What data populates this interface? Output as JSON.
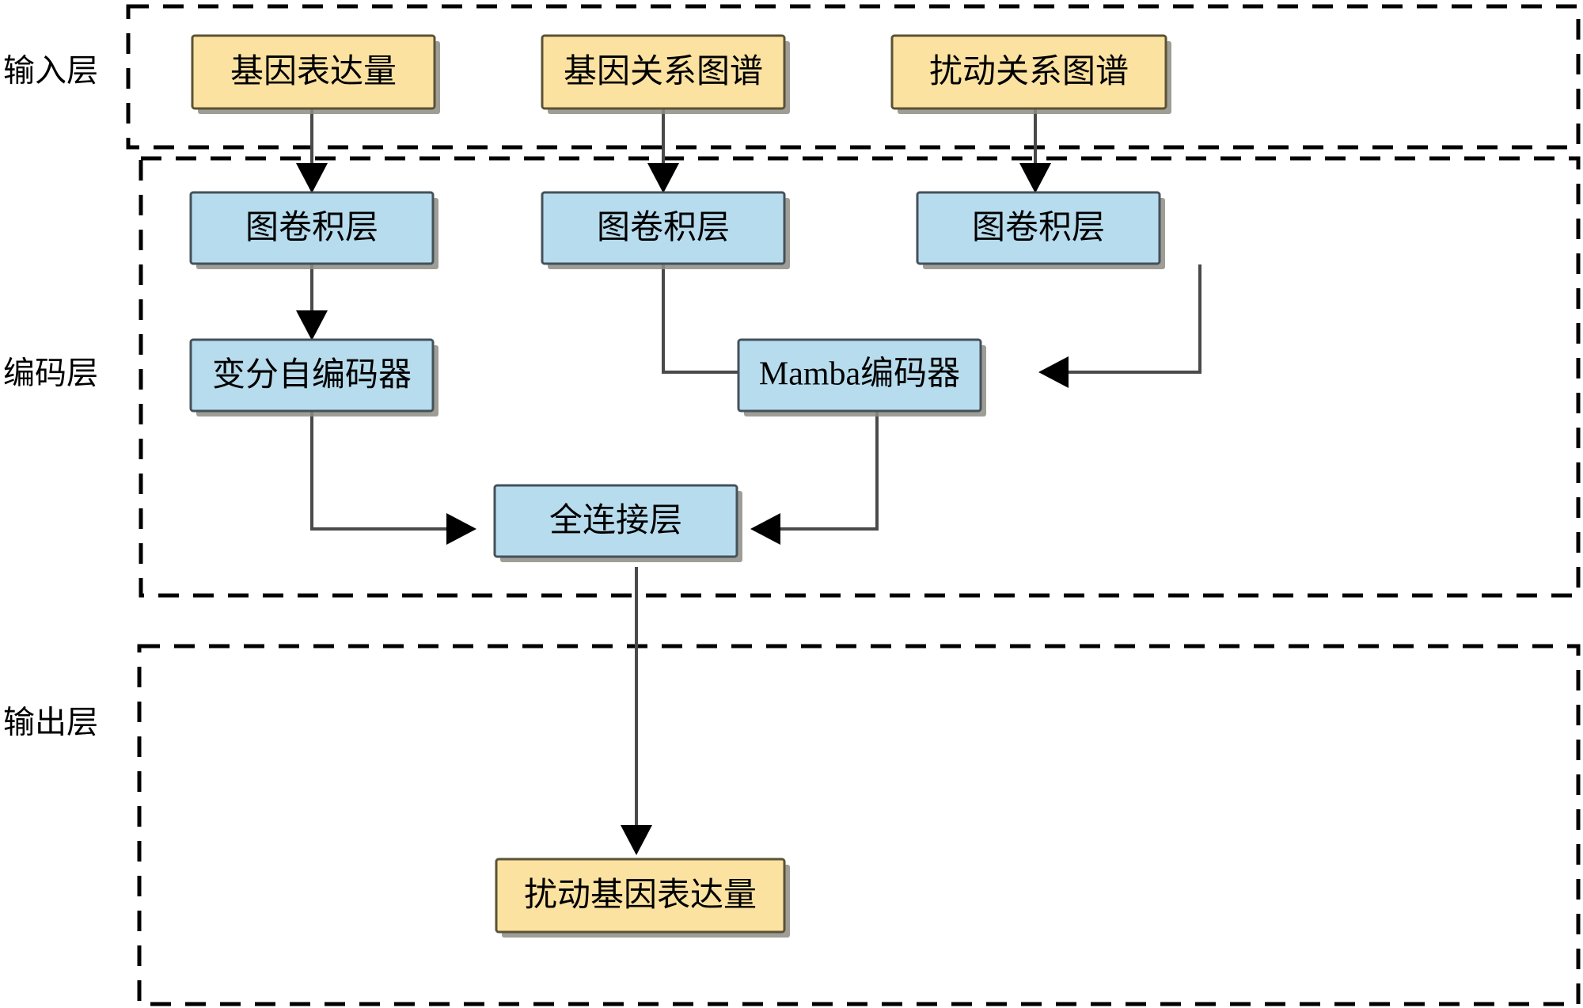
{
  "figure": {
    "type": "flow-diagram",
    "background": "#ffffff",
    "palette": {
      "input_fill": "#fbe2a0",
      "input_stroke": "#5b5236",
      "encoder_fill": "#b7dced",
      "encoder_stroke": "#44515a",
      "output_fill": "#fbe2a0",
      "output_stroke": "#5b5236",
      "frame_stroke": "#000000",
      "edge_stroke": "#4a4a4a",
      "arrow_fill": "#000000",
      "text": "#000000"
    }
  },
  "layers": [
    {
      "id": "input",
      "label": "输入层"
    },
    {
      "id": "encoder",
      "label": "编码层"
    },
    {
      "id": "output",
      "label": "输出层"
    }
  ],
  "nodes": {
    "input": [
      {
        "id": "gene-expression",
        "label": "基因表达量"
      },
      {
        "id": "gene-graph",
        "label": "基因关系图谱"
      },
      {
        "id": "perturbation-graph",
        "label": "扰动关系图谱"
      }
    ],
    "encoder": [
      {
        "id": "gcn-1",
        "label": "图卷积层"
      },
      {
        "id": "gcn-2",
        "label": "图卷积层"
      },
      {
        "id": "gcn-3",
        "label": "图卷积层"
      },
      {
        "id": "vae",
        "label": "变分自编码器"
      },
      {
        "id": "mamba",
        "label": "Mamba编码器"
      },
      {
        "id": "fc",
        "label": "全连接层"
      }
    ],
    "output": [
      {
        "id": "perturbed-expression",
        "label": "扰动基因表达量"
      }
    ]
  },
  "edges": [
    {
      "from": "gene-expression",
      "to": "gcn-1"
    },
    {
      "from": "gene-graph",
      "to": "gcn-2"
    },
    {
      "from": "perturbation-graph",
      "to": "gcn-3"
    },
    {
      "from": "gcn-1",
      "to": "vae"
    },
    {
      "from": "gcn-2",
      "to": "mamba"
    },
    {
      "from": "gcn-3",
      "to": "mamba"
    },
    {
      "from": "vae",
      "to": "fc"
    },
    {
      "from": "mamba",
      "to": "fc"
    },
    {
      "from": "fc",
      "to": "perturbed-expression"
    }
  ]
}
